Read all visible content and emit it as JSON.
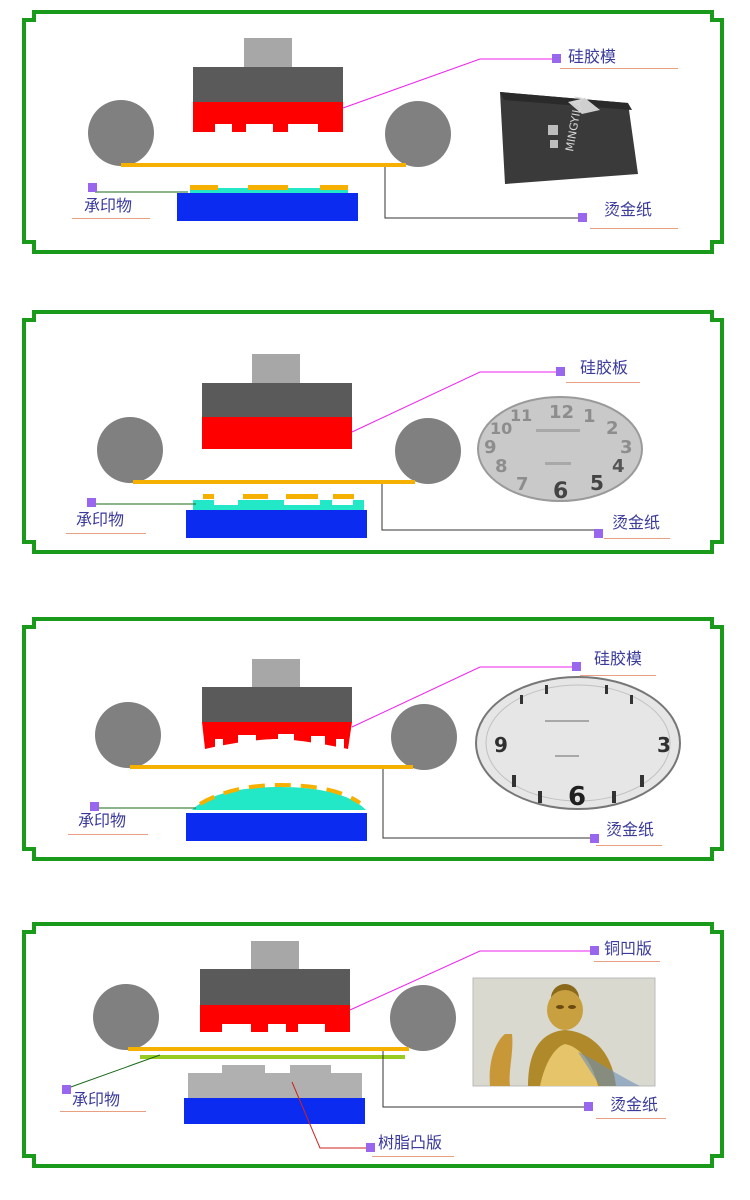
{
  "colors": {
    "frame": "#1a9a1a",
    "press_top": "#a7a7a7",
    "press_body": "#5a5a5a",
    "silicone": "#ff0000",
    "roller": "#808080",
    "foil": "#f5b000",
    "substrate": "#0b2bf0",
    "raised": "#22e8c8",
    "resin": "#b0b0b0",
    "leader_pink": "#ee22ee",
    "leader_red": "#cc2222",
    "label": "#3a3a9c",
    "marker": "#9966ee"
  },
  "panels": [
    {
      "mold_label": "硅胶模",
      "foil_label": "烫金纸",
      "substrate_label": "承印物",
      "photo_icon": "mingyilai-box-photo",
      "photo_text": "MINGYILAI"
    },
    {
      "mold_label": "硅胶板",
      "foil_label": "烫金纸",
      "substrate_label": "承印物",
      "photo_icon": "clock-dial-photo",
      "clock_numbers": [
        "12",
        "1",
        "2",
        "3",
        "4",
        "5",
        "6",
        "7",
        "8",
        "9",
        "10",
        "11"
      ]
    },
    {
      "mold_label": "硅胶模",
      "foil_label": "烫金纸",
      "substrate_label": "承印物",
      "photo_icon": "curved-clock-dial-photo",
      "clock_numbers": [
        "9",
        "6",
        "3"
      ]
    },
    {
      "mold_label": "铜凹版",
      "foil_label": "烫金纸",
      "substrate_label": "承印物",
      "resin_label": "树脂凸版",
      "photo_icon": "gold-buddha-statue-photo"
    }
  ]
}
